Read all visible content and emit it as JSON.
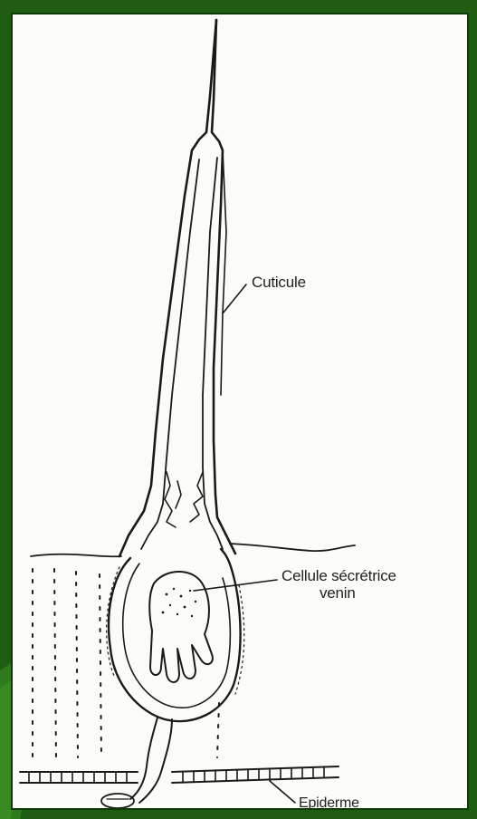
{
  "labels": {
    "cuticle": "Cuticule",
    "secretory_cell_line1": "Cellule sécrétrice",
    "secretory_cell_line2": "venin",
    "epidermis": "Epiderme"
  },
  "colors": {
    "slide_background": "#1f5e12",
    "panel": "#fbfbf8",
    "ink": "#1a1a1a"
  }
}
